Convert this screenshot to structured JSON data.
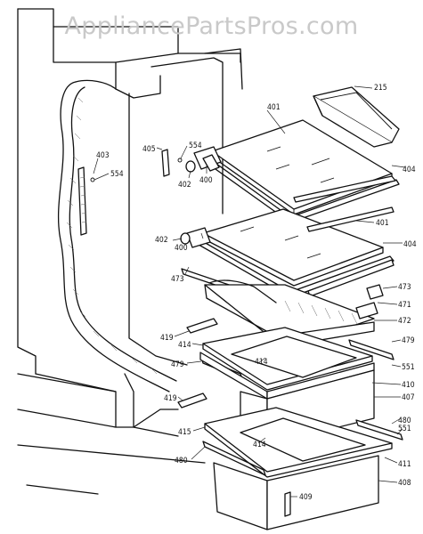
{
  "watermark": "AppliancePartsPros.com",
  "callouts": [
    {
      "id": "c-215",
      "text": "215"
    },
    {
      "id": "c-401a",
      "text": "401"
    },
    {
      "id": "c-404a",
      "text": "404"
    },
    {
      "id": "c-405",
      "text": "405"
    },
    {
      "id": "c-554a",
      "text": "554"
    },
    {
      "id": "c-402a",
      "text": "402"
    },
    {
      "id": "c-400a",
      "text": "400"
    },
    {
      "id": "c-403",
      "text": "403"
    },
    {
      "id": "c-554b",
      "text": "554"
    },
    {
      "id": "c-401b",
      "text": "401"
    },
    {
      "id": "c-404b",
      "text": "404"
    },
    {
      "id": "c-402b",
      "text": "402"
    },
    {
      "id": "c-400b",
      "text": "400"
    },
    {
      "id": "c-473a",
      "text": "473"
    },
    {
      "id": "c-473b",
      "text": "473"
    },
    {
      "id": "c-471",
      "text": "471"
    },
    {
      "id": "c-472",
      "text": "472"
    },
    {
      "id": "c-419a",
      "text": "419"
    },
    {
      "id": "c-414a",
      "text": "414"
    },
    {
      "id": "c-479a",
      "text": "479"
    },
    {
      "id": "c-414b",
      "text": "414"
    },
    {
      "id": "c-551a",
      "text": "551"
    },
    {
      "id": "c-410",
      "text": "410"
    },
    {
      "id": "c-479b",
      "text": "479"
    },
    {
      "id": "c-407",
      "text": "407"
    },
    {
      "id": "c-419b",
      "text": "419"
    },
    {
      "id": "c-480a",
      "text": "480"
    },
    {
      "id": "c-415",
      "text": "415"
    },
    {
      "id": "c-414c",
      "text": "414"
    },
    {
      "id": "c-551b",
      "text": "551"
    },
    {
      "id": "c-480b",
      "text": "480"
    },
    {
      "id": "c-411",
      "text": "411"
    },
    {
      "id": "c-409",
      "text": "409"
    },
    {
      "id": "c-408",
      "text": "408"
    }
  ]
}
